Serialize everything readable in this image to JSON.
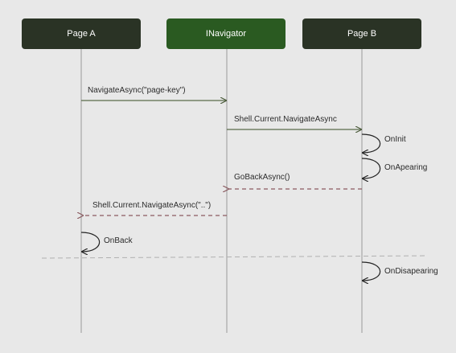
{
  "participants": {
    "page_a": "Page A",
    "navigator": "INavigator",
    "page_b": "Page B"
  },
  "messages": {
    "navigate_page_key": "NavigateAsync(\"page-key\")",
    "shell_navigate": "Shell.Current.NavigateAsync",
    "on_init": "OnInit",
    "on_apearing": "OnApearing",
    "go_back": "GoBackAsync()",
    "shell_navigate_back": "Shell.Current.NavigateAsync(\"..\")",
    "on_back": "OnBack",
    "on_disapearing": "OnDisapearing"
  },
  "colors": {
    "background": "#e8e8e8",
    "participant_dark": "#2a3325",
    "participant_green": "#2a5a21",
    "solid_arrow": "#5a6b4a",
    "return_arrow": "#8a5a60",
    "lifeline": "#9a9a9a",
    "separator": "#b0b0b0"
  }
}
